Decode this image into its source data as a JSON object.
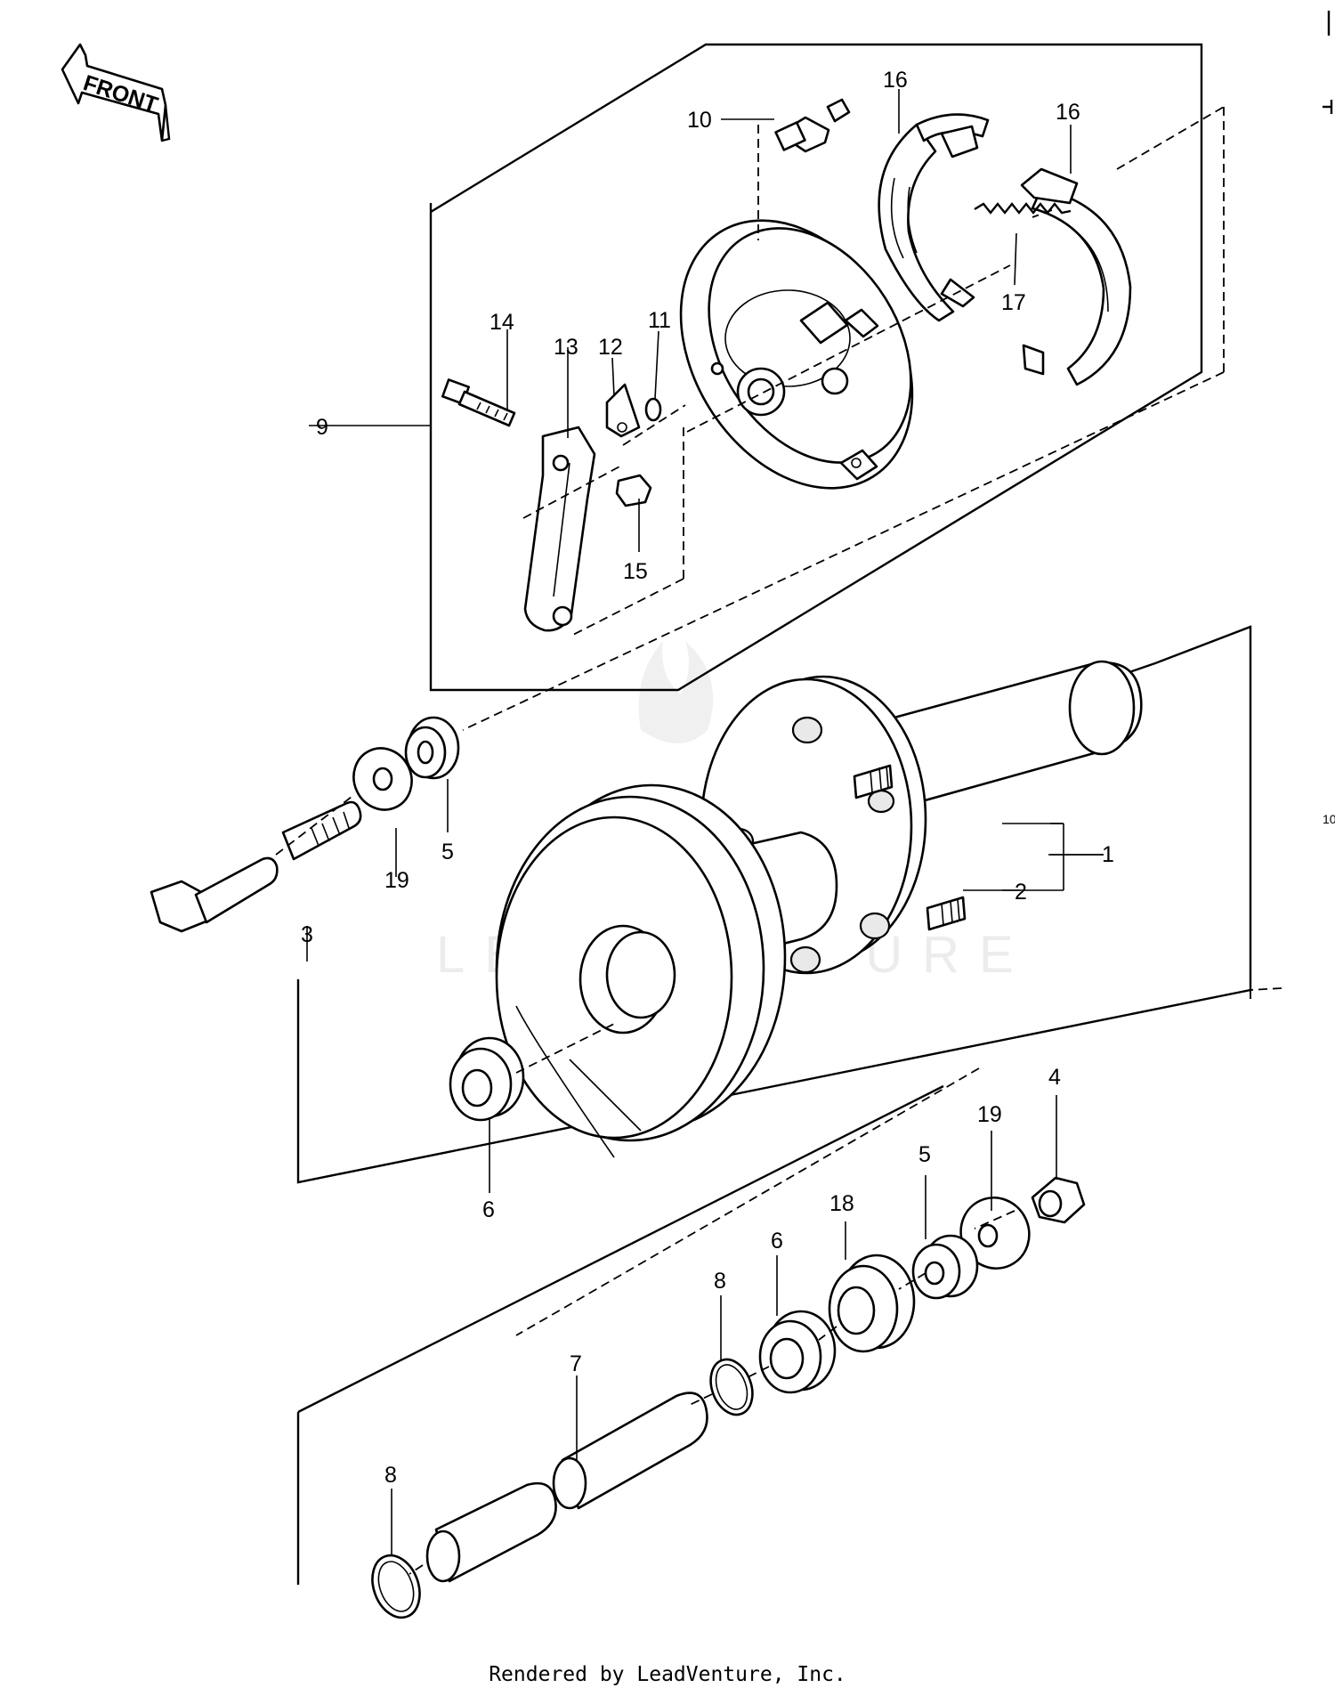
{
  "front_label": "FRONT",
  "watermark": "LEADVENTURE",
  "footer": "Rendered by LeadVenture, Inc.",
  "edge_marker": "10",
  "callouts": {
    "c1": "1",
    "c2": "2",
    "c3": "3",
    "c4": "4",
    "c5a": "5",
    "c5b": "5",
    "c6a": "6",
    "c6b": "6",
    "c7": "7",
    "c8a": "8",
    "c8b": "8",
    "c9": "9",
    "c10": "10",
    "c11": "11",
    "c12": "12",
    "c13": "13",
    "c14": "14",
    "c15": "15",
    "c16a": "16",
    "c16b": "16",
    "c17": "17",
    "c18": "18",
    "c19a": "19",
    "c19b": "19"
  }
}
